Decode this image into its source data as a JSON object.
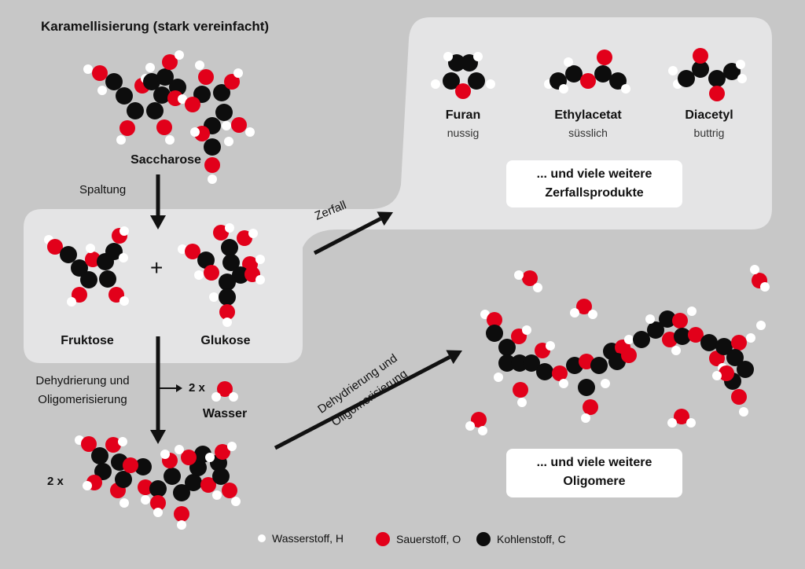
{
  "title": "Karamellisierung (stark vereinfacht)",
  "molecules": {
    "saccharose": "Saccharose",
    "fruktose": "Fruktose",
    "glukose": "Glukose",
    "wasser": "Wasser",
    "plus": "+"
  },
  "arrows": {
    "spaltung": "Spaltung",
    "zerfall": "Zerfall",
    "dehydrierung_line1": "Dehydrierung und",
    "dehydrierung_line2": "Oligomerisierung",
    "dehydrierung_diag_line1": "Dehydrierung und",
    "dehydrierung_diag_line2": "Oligomerisierung"
  },
  "multipliers": {
    "water_count": "2 x",
    "oligomer_count": "2 x"
  },
  "products": [
    {
      "name": "Furan",
      "description": "nussig"
    },
    {
      "name": "Ethylacetat",
      "description": "süsslich"
    },
    {
      "name": "Diacetyl",
      "description": "buttrig"
    }
  ],
  "boxes": {
    "zerfall_line1": "... und viele weitere",
    "zerfall_line2": "Zerfallsprodukte",
    "oligo_line1": "... und viele weitere",
    "oligo_line2": "Oligomere"
  },
  "legend": [
    {
      "label": "Wasserstoff, H",
      "color": "#ffffff"
    },
    {
      "label": "Sauerstoff, O",
      "color": "#e2001a"
    },
    {
      "label": "Kohlenstoff, C",
      "color": "#0d0d0d"
    }
  ],
  "colors": {
    "background": "#c7c7c7",
    "panel": "#e4e4e5",
    "hydrogen": "#ffffff",
    "oxygen": "#e2001a",
    "carbon": "#0d0d0d"
  }
}
